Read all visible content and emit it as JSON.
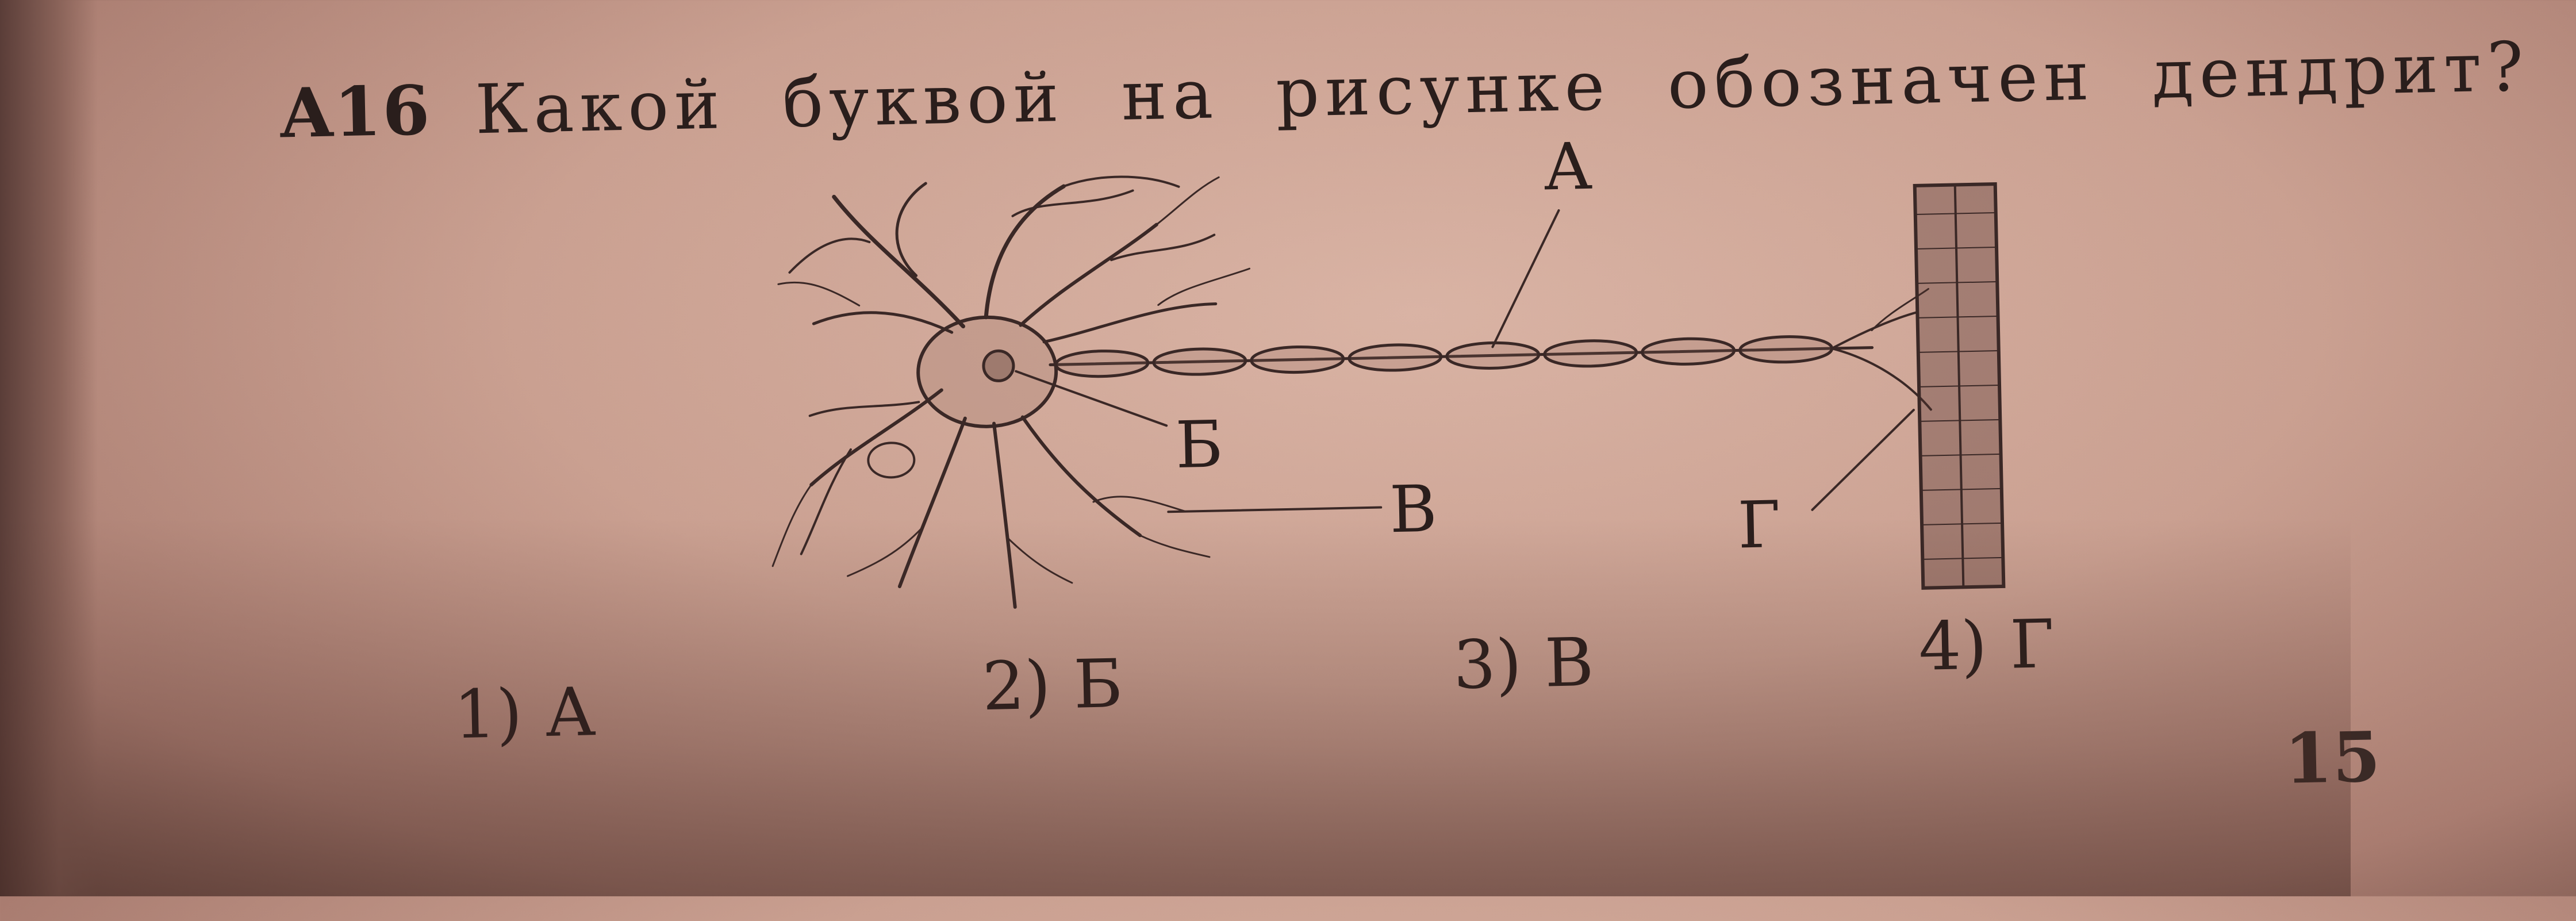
{
  "question": {
    "number": "A16",
    "words": [
      "Какой",
      "буквой",
      "на",
      "рисунке",
      "обозначен",
      "дендрит?"
    ]
  },
  "figure": {
    "labels": {
      "a": "А",
      "b": "Б",
      "v": "В",
      "g": "Г"
    }
  },
  "answers": [
    {
      "num": "1)",
      "text": "А"
    },
    {
      "num": "2)",
      "text": "Б"
    },
    {
      "num": "3)",
      "text": "В"
    },
    {
      "num": "4)",
      "text": "Г"
    }
  ],
  "page_number": "15"
}
